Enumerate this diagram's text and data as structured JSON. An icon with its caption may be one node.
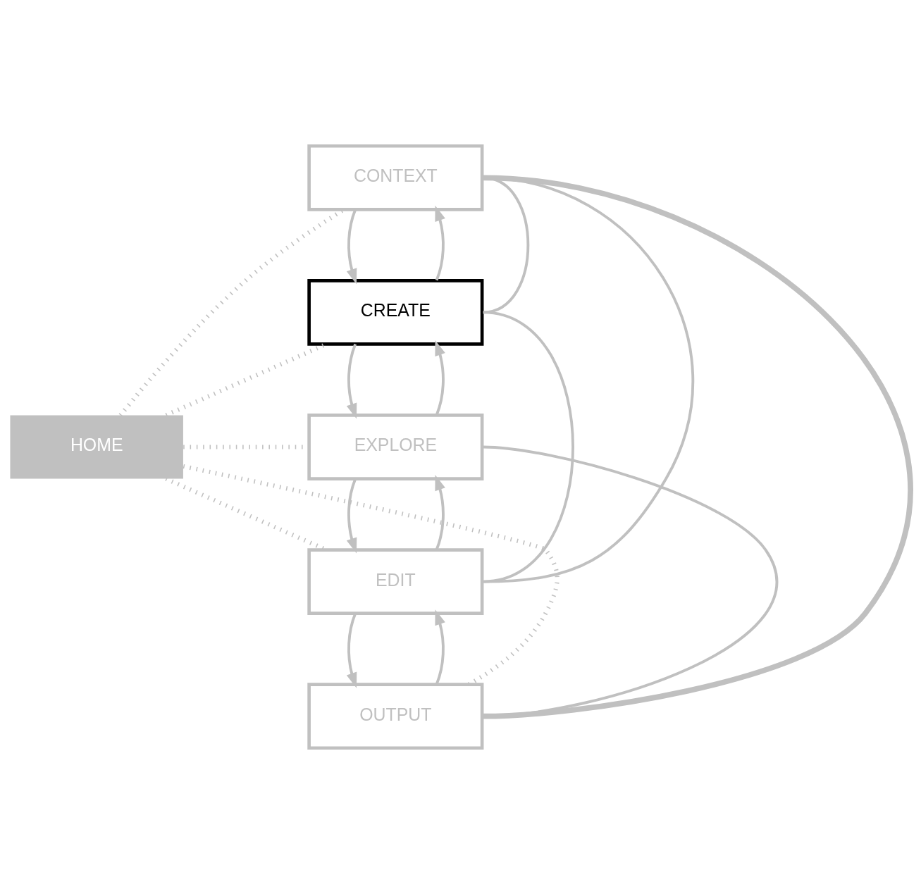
{
  "diagram": {
    "nodes": [
      {
        "text": [
          "CONTEXT"
        ]
      },
      {
        "text": [
          "CREATE"
        ]
      },
      {
        "text": [
          "EXPLORE"
        ]
      },
      {
        "text": [
          "EDIT"
        ]
      },
      {
        "text": [
          "OUTPUT"
        ]
      },
      {
        "text": [
          "HOME"
        ]
      }
    ],
    "edges": [
      {
        "from": 1,
        "to": 0,
        "arrow": "to"
      },
      {
        "from": 0,
        "to": 1,
        "arrow": "to"
      },
      {
        "from": 2,
        "to": 1,
        "arrow": "to"
      },
      {
        "from": 1,
        "to": 2,
        "arrow": "to"
      },
      {
        "from": 3,
        "to": 2,
        "arrow": "to"
      },
      {
        "from": 2,
        "to": 3,
        "arrow": "to"
      },
      {
        "from": 4,
        "to": 3,
        "arrow": "to"
      },
      {
        "from": 3,
        "to": 4,
        "arrow": "to"
      },
      {
        "from": 0,
        "to": 1,
        "arrow": "none"
      },
      {
        "from": 1,
        "to": 3,
        "arrow": "none"
      },
      {
        "from": 0,
        "to": 3,
        "arrow": "none"
      },
      {
        "from": 2,
        "to": 4,
        "arrow": "none"
      },
      {
        "from": 0,
        "to": 4,
        "arrow": "none",
        "style": "thick"
      },
      {
        "from": 5,
        "to": 0,
        "arrow": "none",
        "style": "dashed"
      },
      {
        "from": 5,
        "to": 1,
        "arrow": "none",
        "style": "dashed"
      },
      {
        "from": 5,
        "to": 2,
        "arrow": "none",
        "style": "dashed"
      },
      {
        "from": 5,
        "to": 3,
        "arrow": "none",
        "style": "dashed"
      },
      {
        "from": 5,
        "to": 4,
        "arrow": "none",
        "style": "dashed"
      }
    ]
  }
}
